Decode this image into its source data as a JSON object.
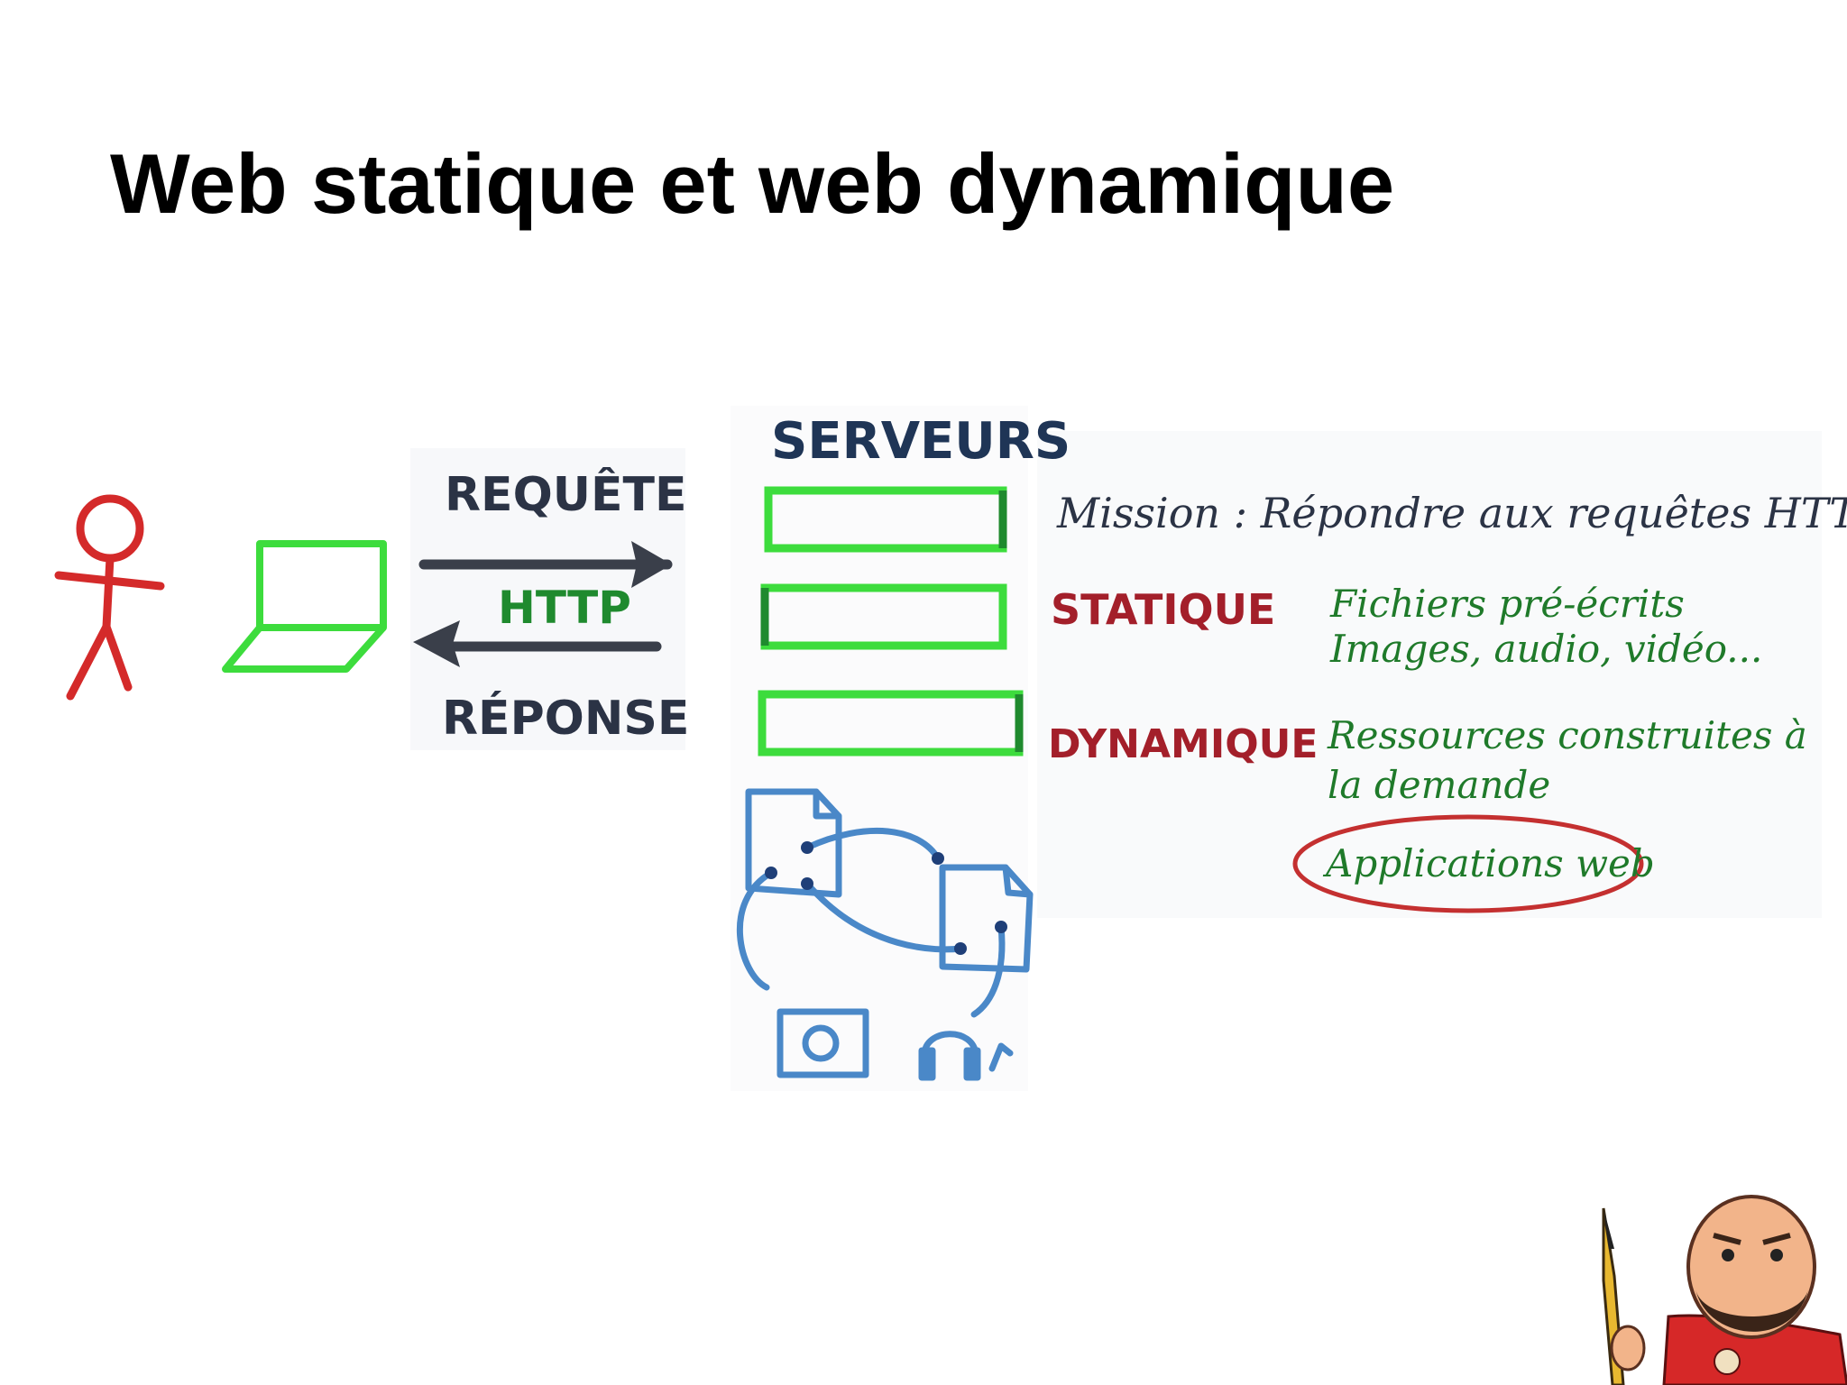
{
  "slide": {
    "title": "Web statique et web dynamique"
  },
  "diagram": {
    "request_label": "REQUÊTE",
    "protocol_label": "HTTP",
    "response_label": "RÉPONSE",
    "servers_label": "SERVEURS",
    "mission_text": "Mission : Répondre aux requêtes HTTP",
    "static_label": "STATIQUE",
    "static_desc_line1": "Fichiers pré-écrits",
    "static_desc_line2": "Images, audio, vidéo...",
    "dynamic_label": "DYNAMIQUE",
    "dynamic_desc_line1": "Ressources construites à",
    "dynamic_desc_line2": "la demande",
    "web_apps_label": "Applications web"
  },
  "colors": {
    "person": "#d42a2a",
    "device": "#3ddc3d",
    "arrows": "#3a3f4a",
    "text_dark": "#2b3345",
    "static_dynamic": "#a31f2a",
    "green_text": "#1f7a2a",
    "files": "#4a88c8",
    "circle": "#c43030"
  }
}
